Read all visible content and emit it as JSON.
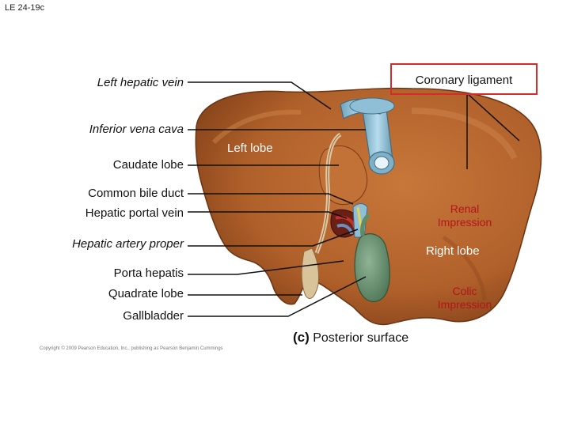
{
  "slide_tag": "LE 24-19c",
  "labels": {
    "left_hepatic_vein": "Left hepatic vein",
    "inferior_vena_cava": "Inferior vena cava",
    "caudate_lobe": "Caudate lobe",
    "common_bile_duct": "Common bile duct",
    "hepatic_portal_vein": "Hepatic portal vein",
    "hepatic_artery_proper": "Hepatic artery proper",
    "porta_hepatis": "Porta hepatis",
    "quadrate_lobe": "Quadrate lobe",
    "gallbladder": "Gallbladder",
    "coronary_ligament": "Coronary ligament",
    "left_lobe": "Left lobe",
    "renal_impression_1": "Renal",
    "renal_impression_2": "Impression",
    "right_lobe": "Right lobe",
    "colic_impression_1": "Colic",
    "colic_impression_2": "Impression"
  },
  "caption": {
    "letter": "(c)",
    "text": "Posterior surface"
  },
  "copyright": "Copyright © 2009 Pearson Education, Inc., publishing as Pearson Benjamin Cummings",
  "colors": {
    "liver": "#b9672e",
    "liver_dark": "#7a3a16",
    "vessel_blue": "#8fbfd6",
    "gallbladder": "#6f9a76",
    "label_accent": "#b3141b",
    "box_border": "#d42b2b"
  }
}
